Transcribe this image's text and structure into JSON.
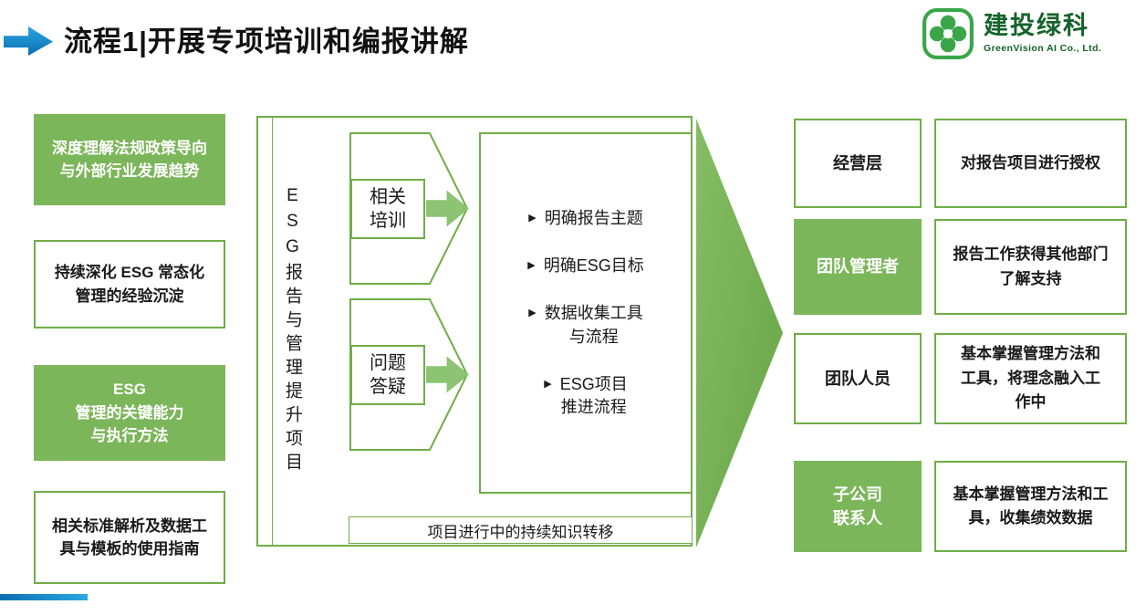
{
  "slide": {
    "title": "流程1|开展专项培训和编报讲解",
    "logo": {
      "name": "建投绿科",
      "subtitle": "GreenVision AI Co., Ltd."
    },
    "left_panel": {
      "items": [
        {
          "text": "深度理解法规政策导向\n与外部行业发展趋势"
        },
        {
          "text": "持续深化 ESG 常态化\n管理的经验沉淀"
        },
        {
          "text": "ESG\n管理的关键能力\n与执行方法"
        },
        {
          "text": "相关标准解析及数据工\n具与模板的使用指南"
        }
      ]
    },
    "center": {
      "vertical_label": "ESG报告与管理提升项目",
      "bullet": "▶",
      "stages": [
        {
          "label": "相关\n培训"
        },
        {
          "label": "问题\n答疑"
        }
      ],
      "outcomes": [
        {
          "text": "明确报告主题"
        },
        {
          "text": "明确ESG目标"
        },
        {
          "text": "数据收集工具\n与流程"
        },
        {
          "text": "ESG项目\n推进流程"
        }
      ],
      "footer": "项目进行中的持续知识转移"
    },
    "right_panel": {
      "rows": [
        {
          "role": "经营层",
          "desc": "对报告项目进行授权"
        },
        {
          "role": "团队管理者",
          "desc": "报告工作获得其他部门\n了解支持"
        },
        {
          "role": "团队人员",
          "desc": "基本掌握管理方法和\n工具，将理念融入工\n作中"
        },
        {
          "role": "子公司\n联系人",
          "desc": "基本掌握管理方法和工\n具，收集绩效数据"
        }
      ]
    },
    "colors": {
      "green_border": "#70AD47",
      "green_fill": "#7CB65A",
      "arrow_green": "#74B050",
      "blue": "#1E9AD6",
      "logo_green": "#3AA648"
    }
  }
}
